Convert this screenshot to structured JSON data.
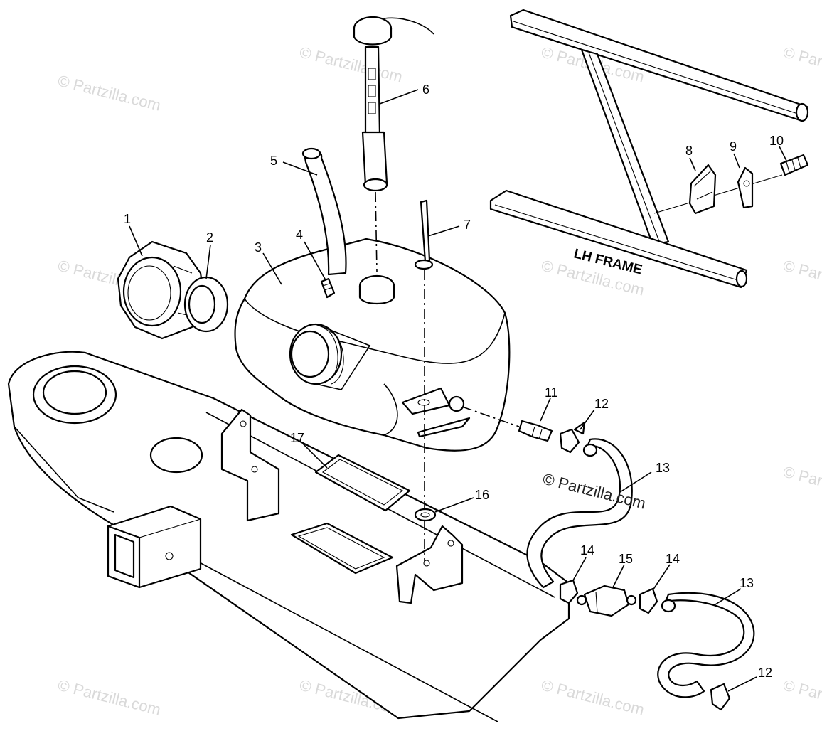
{
  "watermark": "© Partzilla.com",
  "frame_label": "LH FRAME",
  "callouts": {
    "c1": "1",
    "c2": "2",
    "c3": "3",
    "c4": "4",
    "c5": "5",
    "c6": "6",
    "c7": "7",
    "c8": "8",
    "c9": "9",
    "c10": "10",
    "c11": "11",
    "c12a": "12",
    "c12b": "12",
    "c13a": "13",
    "c13b": "13",
    "c14a": "14",
    "c14b": "14",
    "c15": "15",
    "c16": "16",
    "c17": "17"
  }
}
